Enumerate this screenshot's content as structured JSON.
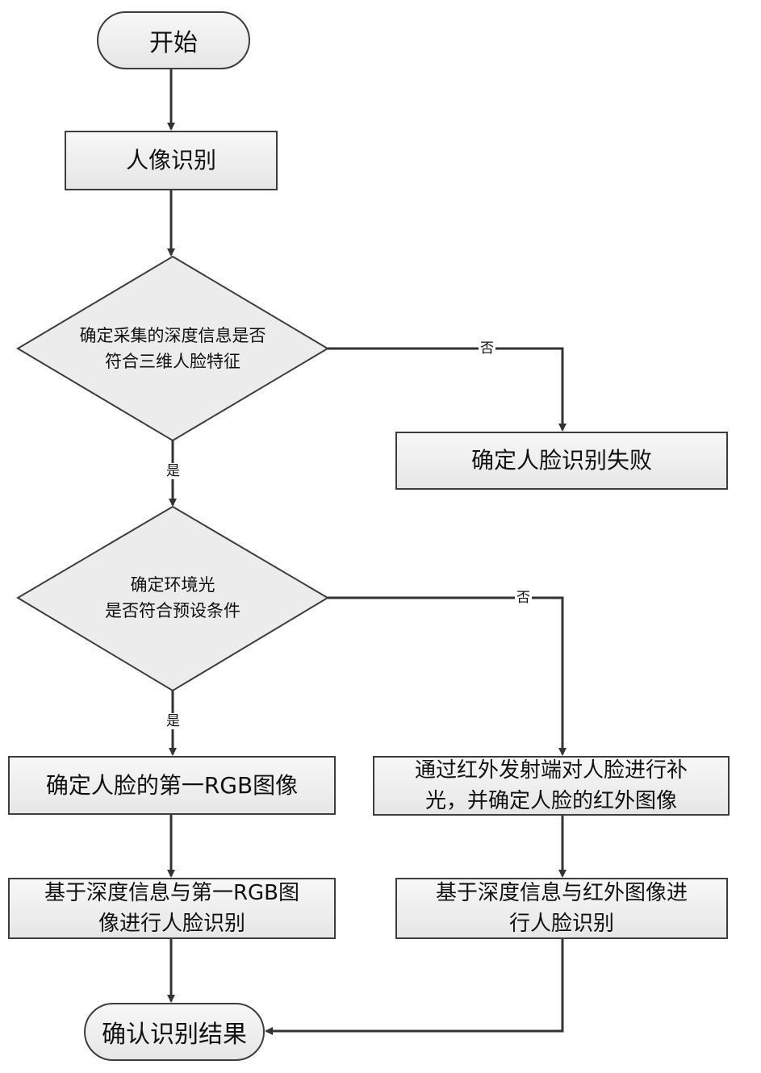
{
  "start": "开始",
  "steps": {
    "portrait": "人像识别",
    "decision_depth": [
      "确定采集的深度信息是否",
      "符合三维人脸特征"
    ],
    "fail": "确定人脸识别失败",
    "decision_light": [
      "确定环境光",
      "是否符合预设条件"
    ],
    "rgb_image": "确定人脸的第一RGB图像",
    "infrared_fill": [
      "通过红外发射端对人脸进行补",
      "光，并确定人脸的红外图像"
    ],
    "recognize_rgb": [
      "基于深度信息与第一RGB图",
      "像进行人脸识别"
    ],
    "recognize_ir": [
      "基于深度信息与红外图像进",
      "行人脸识别"
    ]
  },
  "end": "确认识别结果",
  "labels": {
    "depth_yes": "是",
    "depth_no": "否",
    "light_yes": "是",
    "light_no": "否"
  }
}
